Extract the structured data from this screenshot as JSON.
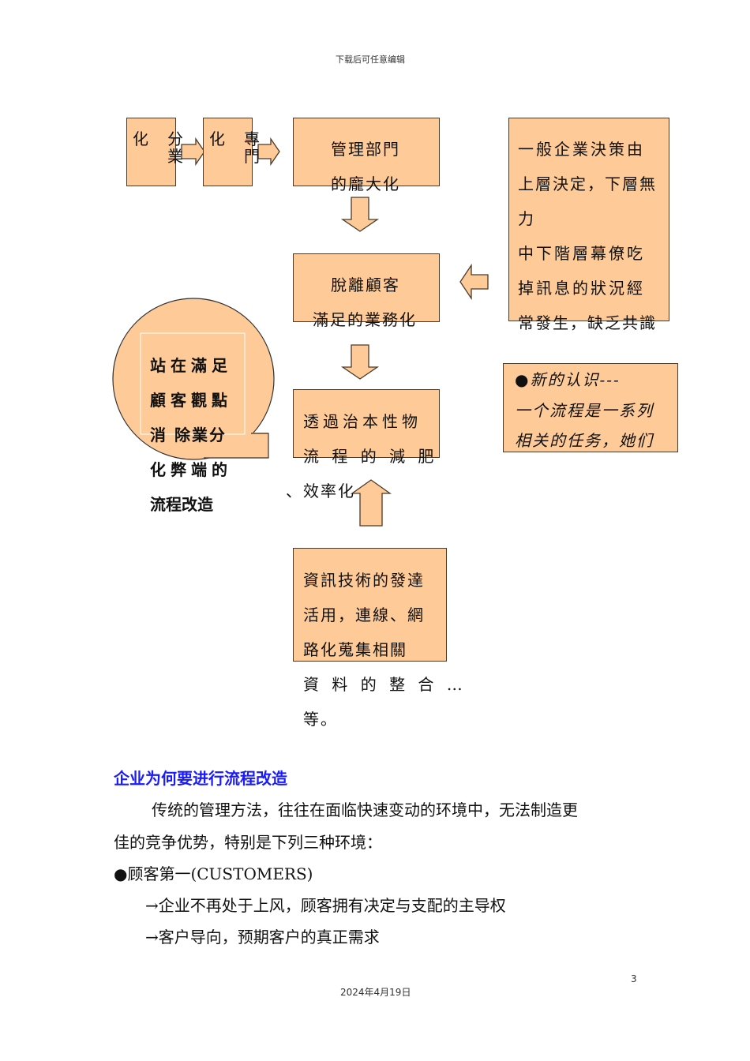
{
  "header": "下载后可任意编辑",
  "diagram": {
    "box_fenye": [
      "化",
      "分",
      "業"
    ],
    "box_zhuanmen": [
      "化",
      "專",
      "門"
    ],
    "box_guanli": [
      "管理部門",
      "的龐大化"
    ],
    "box_tuoli": [
      "脫離顧客",
      "滿足的業務化"
    ],
    "box_toguo": [
      "透過治本性物",
      "流 程 的 減 肥",
      "、效率化"
    ],
    "box_zixun": [
      "資訊技術的發達",
      "活用，連線、網",
      "路化蒐集相關",
      "資 料 的 整 合 …",
      "等。"
    ],
    "box_yiban": [
      "一般企業決策由",
      "上層決定，下層無",
      "力",
      "中下階層幕僚吃",
      "掉訊息的狀況經",
      "常發生，缺乏共識"
    ],
    "box_xinde": [
      "●新的认识---",
      "一个流程是一系列",
      "相关的任务，她们"
    ],
    "callout": [
      "站在滿足",
      "顧客觀點",
      "消 除業分",
      "化弊端的",
      "流程改造"
    ]
  },
  "section": {
    "heading": "企业为何要进行流程改造",
    "lines": [
      "传统的管理方法，往往在面临快速变动的环境中，无法制造更",
      "佳的竞争优势，特别是下列三种环境：",
      "●顾客第一(CUSTOMERS)",
      "→企业不再处于上风，顾客拥有决定与支配的主导权",
      "→客户导向，预期客户的真正需求"
    ]
  },
  "footer": {
    "page_number": "3",
    "date": "2024年4月19日"
  },
  "colors": {
    "box_fill": "#fecb98",
    "heading": "#1a1aff"
  }
}
